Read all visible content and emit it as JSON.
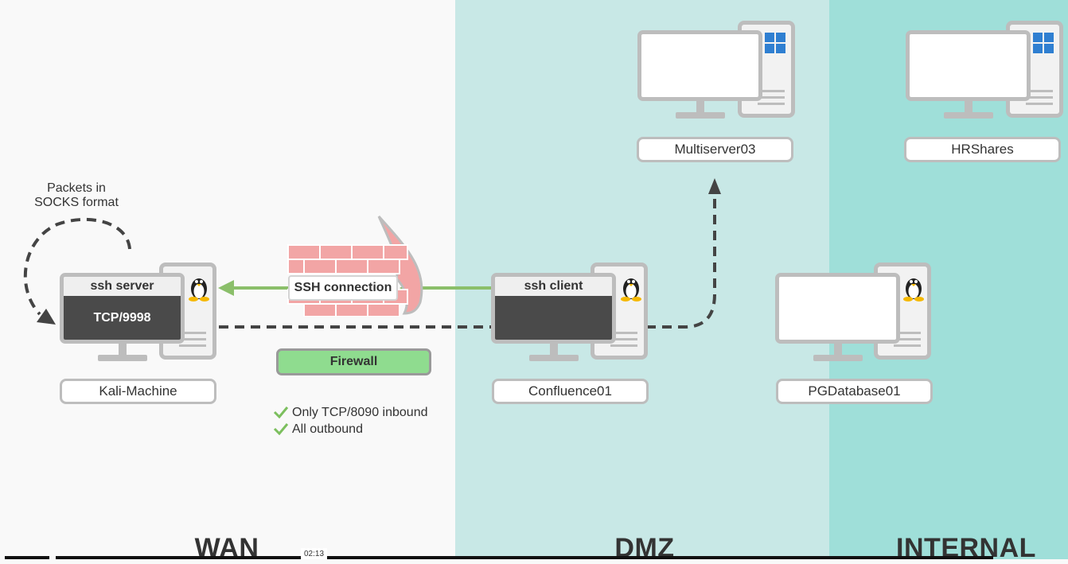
{
  "zones": {
    "wan": "WAN",
    "dmz": "DMZ",
    "internal": "INTERNAL"
  },
  "hosts": {
    "kali": {
      "label": "Kali-Machine",
      "screen_title": "ssh server",
      "screen_body": "TCP/9998"
    },
    "confluence": {
      "label": "Confluence01",
      "screen_title": "ssh client"
    },
    "multiserver": {
      "label": "Multiserver03"
    },
    "hrshares": {
      "label": "HRShares"
    },
    "pgdatabase": {
      "label": "PGDatabase01"
    }
  },
  "annotations": {
    "socks_line1": "Packets in",
    "socks_line2": "SOCKS format",
    "ssh_connection": "SSH connection",
    "firewall": "Firewall",
    "rule1": "Only TCP/8090 inbound",
    "rule2": "All outbound"
  },
  "player": {
    "timestamp": "02:13"
  },
  "colors": {
    "arrow_green": "#8bbf6a",
    "dash": "#444444",
    "wall": "#f2a5a5"
  }
}
